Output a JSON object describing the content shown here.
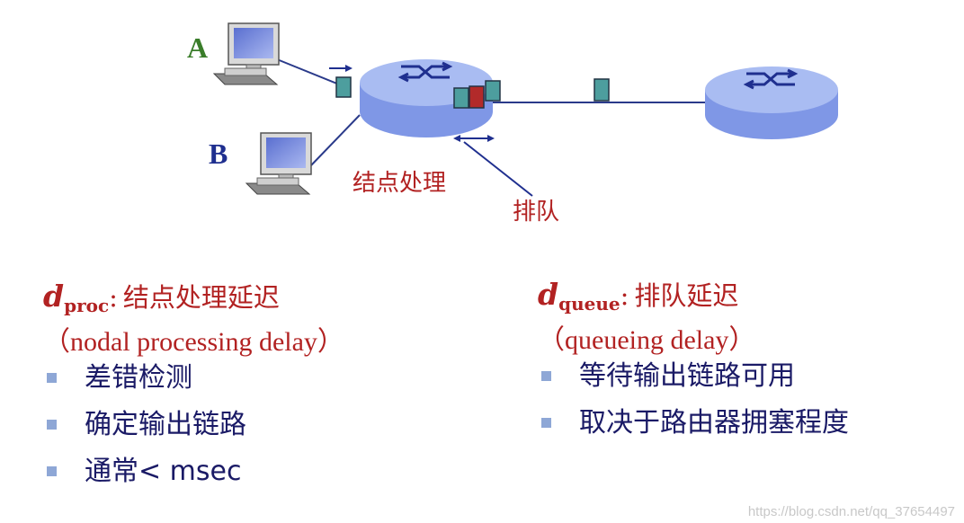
{
  "diagram": {
    "host_a_label": "A",
    "host_b_label": "B",
    "nodal_label": "结点处理",
    "queue_label": "排队"
  },
  "colors": {
    "router_fill": "#8fa6ea",
    "router_top": "#a9bcf2",
    "packet": "#4d9e9e",
    "packet_red": "#b22a2a",
    "label_red": "#b22222",
    "label_green": "#3a7d2a",
    "label_blue": "#1f2f8f"
  },
  "left": {
    "d": "d",
    "sub": "proc",
    "colon": ":",
    "title": "结点处理延迟",
    "subtitle": "（nodal processing delay）",
    "bullets": [
      "差错检测",
      "确定输出链路",
      "通常< msec"
    ]
  },
  "right": {
    "d": "d",
    "sub": "queue",
    "colon": ":",
    "title": "排队延迟",
    "subtitle": "（queueing delay）",
    "bullets": [
      "等待输出链路可用",
      "取决于路由器拥塞程度"
    ]
  },
  "watermark": "https://blog.csdn.net/qq_37654497"
}
